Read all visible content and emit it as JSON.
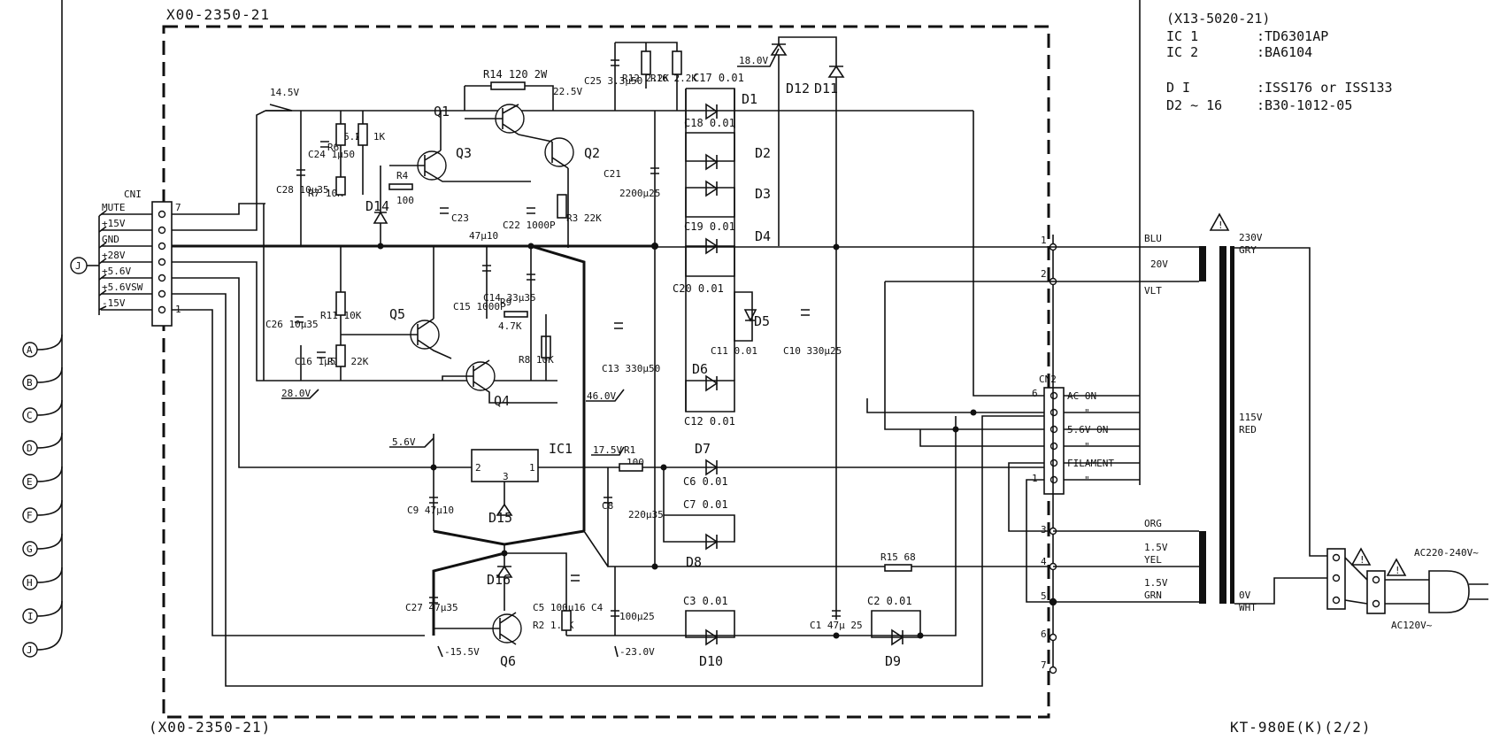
{
  "board": {
    "label_top": "X00-2350-21",
    "label_bottom": "(X00-2350-21)"
  },
  "page_ref": "KT-980E(K)(2/2)",
  "parts_note": {
    "unit": "(X13-5020-21)",
    "rows": [
      {
        "ref": "IC 1",
        "part": ":TD6301AP"
      },
      {
        "ref": "IC 2",
        "part": ":BA6104"
      },
      {
        "ref": "D I",
        "part": ":ISS176 or ISS133"
      },
      {
        "ref": "D2 ~ 16",
        "part": ":B30-1012-05"
      }
    ]
  },
  "cn1": {
    "label": "CNI",
    "pin_top": "7",
    "pin_bottom": "1",
    "pins": [
      "MUTE",
      "+15V",
      "GND",
      "+28V",
      "+5.6V",
      "+5.6VSW",
      "-15V"
    ]
  },
  "connector_j": "J",
  "bus_letters": [
    "A",
    "B",
    "C",
    "D",
    "E",
    "F",
    "G",
    "H",
    "I",
    "J"
  ],
  "cn2": {
    "label": "CN2",
    "pin_top": "6",
    "pin_bottom": "1",
    "pins": [
      "AC  ON",
      "\"",
      "5.6V ON",
      "\"",
      "FILAMENT",
      "\""
    ]
  },
  "transformer": {
    "pins": [
      "1",
      "2",
      "3",
      "4",
      "5",
      "6",
      "7"
    ],
    "secondary": [
      {
        "a": "BLU",
        "b": "20V"
      },
      {
        "a": "VLT",
        "b": ""
      },
      {
        "a": "ORG",
        "b": ""
      },
      {
        "a": "1.5V",
        "b": "YEL"
      },
      {
        "a": "1.5V",
        "b": "GRN"
      }
    ],
    "primary": [
      {
        "a": "230V",
        "b": "GRY"
      },
      {
        "a": "115V",
        "b": "RED"
      },
      {
        "a": "0V",
        "b": "WHT"
      }
    ]
  },
  "mains": {
    "ac_high": "AC220-240V~",
    "ac_low": "AC120V~",
    "warning": "!"
  },
  "voltages": [
    "14.5V",
    "22.5V",
    "18.0V",
    "28.0V",
    "46.0V",
    "5.6V",
    "17.5V",
    "-15.5V",
    "-23.0V"
  ],
  "transistors": [
    "Q1",
    "Q2",
    "Q3",
    "Q4",
    "Q5",
    "Q6"
  ],
  "diodes": [
    "D1",
    "D2",
    "D3",
    "D4",
    "D5",
    "D6",
    "D7",
    "D8",
    "D9",
    "D10",
    "D11",
    "D12",
    "D14",
    "D15",
    "D16"
  ],
  "ic": {
    "label": "IC1",
    "pin1": "1",
    "pin2": "2",
    "pin3": "3"
  },
  "components": {
    "R14": "R14  120  2W",
    "C25": "C25 3.3μ50",
    "R12": "R12 2.2K",
    "R16": "R16 2.2K",
    "C17": "C17  0.01",
    "C18": "C18  0.01",
    "C19": "C19  0.01",
    "C20": "C20 0.01",
    "R6": "R6",
    "R6v": "6.2K",
    "R5": "R5 1K",
    "C24": "C24 1μ50",
    "C28": "C28 10μ35",
    "R7": "R7 10K",
    "R4": "R4",
    "R4v": "100",
    "C23": "C23",
    "C23v": "47μ10",
    "C22": "C22 1000P",
    "R3": "R3 22K",
    "C21": "C21",
    "C21v": "2200μ25",
    "C26": "C26 10μ35",
    "R11": "R11 10K",
    "C16": "C16 1μ50",
    "R10": "R10 22K",
    "C15": "C15 1000P",
    "C14": "C14 33μ35",
    "R9": "R9",
    "R9v": "4.7K",
    "R8": "R8 10K",
    "C13": "C13  330μ50",
    "C11": "C11 0.01",
    "C10": "C10  330μ25",
    "C12": "C12  0.01",
    "R1": "R1",
    "R1v": "100",
    "C6": "C6  0.01",
    "C7": "C7  0.01",
    "C9": "C9 47μ10",
    "C8": "C8",
    "C8v": "220μ35",
    "C27": "C27 47μ35",
    "C5": "C5 100μ16",
    "R2": "R2 1.8K",
    "C4": "C4",
    "C4v": "100μ25",
    "C3": "C3  0.01",
    "C1": "C1 47μ 25",
    "C2": "C2  0.01",
    "R15": "R15 68"
  }
}
